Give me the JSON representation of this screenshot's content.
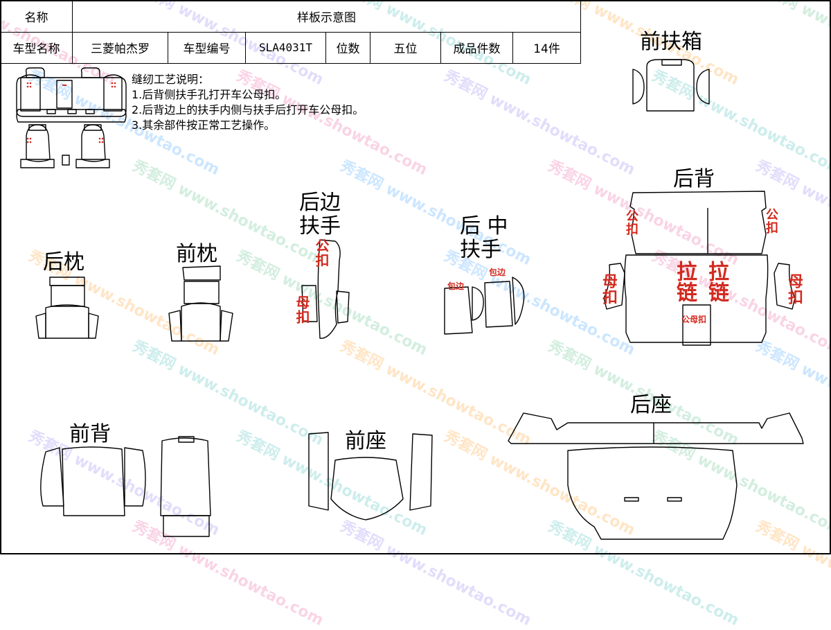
{
  "header": {
    "row1": {
      "name_label": "名称",
      "title": "样板示意图"
    },
    "row2": {
      "model_name_label": "车型名称",
      "model_name": "三菱帕杰罗",
      "model_code_label": "车型编号",
      "model_code": "SLA4031T",
      "seats_label": "位数",
      "seats": "五位",
      "pieces_label": "成品件数",
      "pieces": "14件"
    }
  },
  "notes": {
    "title": "缝纫工艺说明：",
    "items": [
      "1.后背侧扶手孔打开车公母扣。",
      "2.后背边上的扶手内侧与扶手后打开车公母扣。",
      "3.其余部件按正常工艺操作。"
    ]
  },
  "parts": {
    "front_armbox": "前扶箱",
    "rear_back": "后背",
    "rear_side_armrest_line1": "后边",
    "rear_side_armrest_line2": "扶手",
    "rear_center_armrest_line1": "后 中",
    "rear_center_armrest_line2": "扶手",
    "rear_headrest": "后枕",
    "front_headrest": "前枕",
    "front_back": "前背",
    "front_seat": "前座",
    "rear_seat": "后座"
  },
  "annotations": {
    "male_snap": "公扣",
    "female_snap": "母扣",
    "zipper": "拉链",
    "male_female_snap": "公母扣",
    "edge_binding": "包边"
  },
  "watermark": {
    "brand": "秀套网",
    "url": "www.showtao.com"
  },
  "colors": {
    "line": "#000000",
    "annotation": "#d22a1f",
    "background": "#ffffff"
  }
}
